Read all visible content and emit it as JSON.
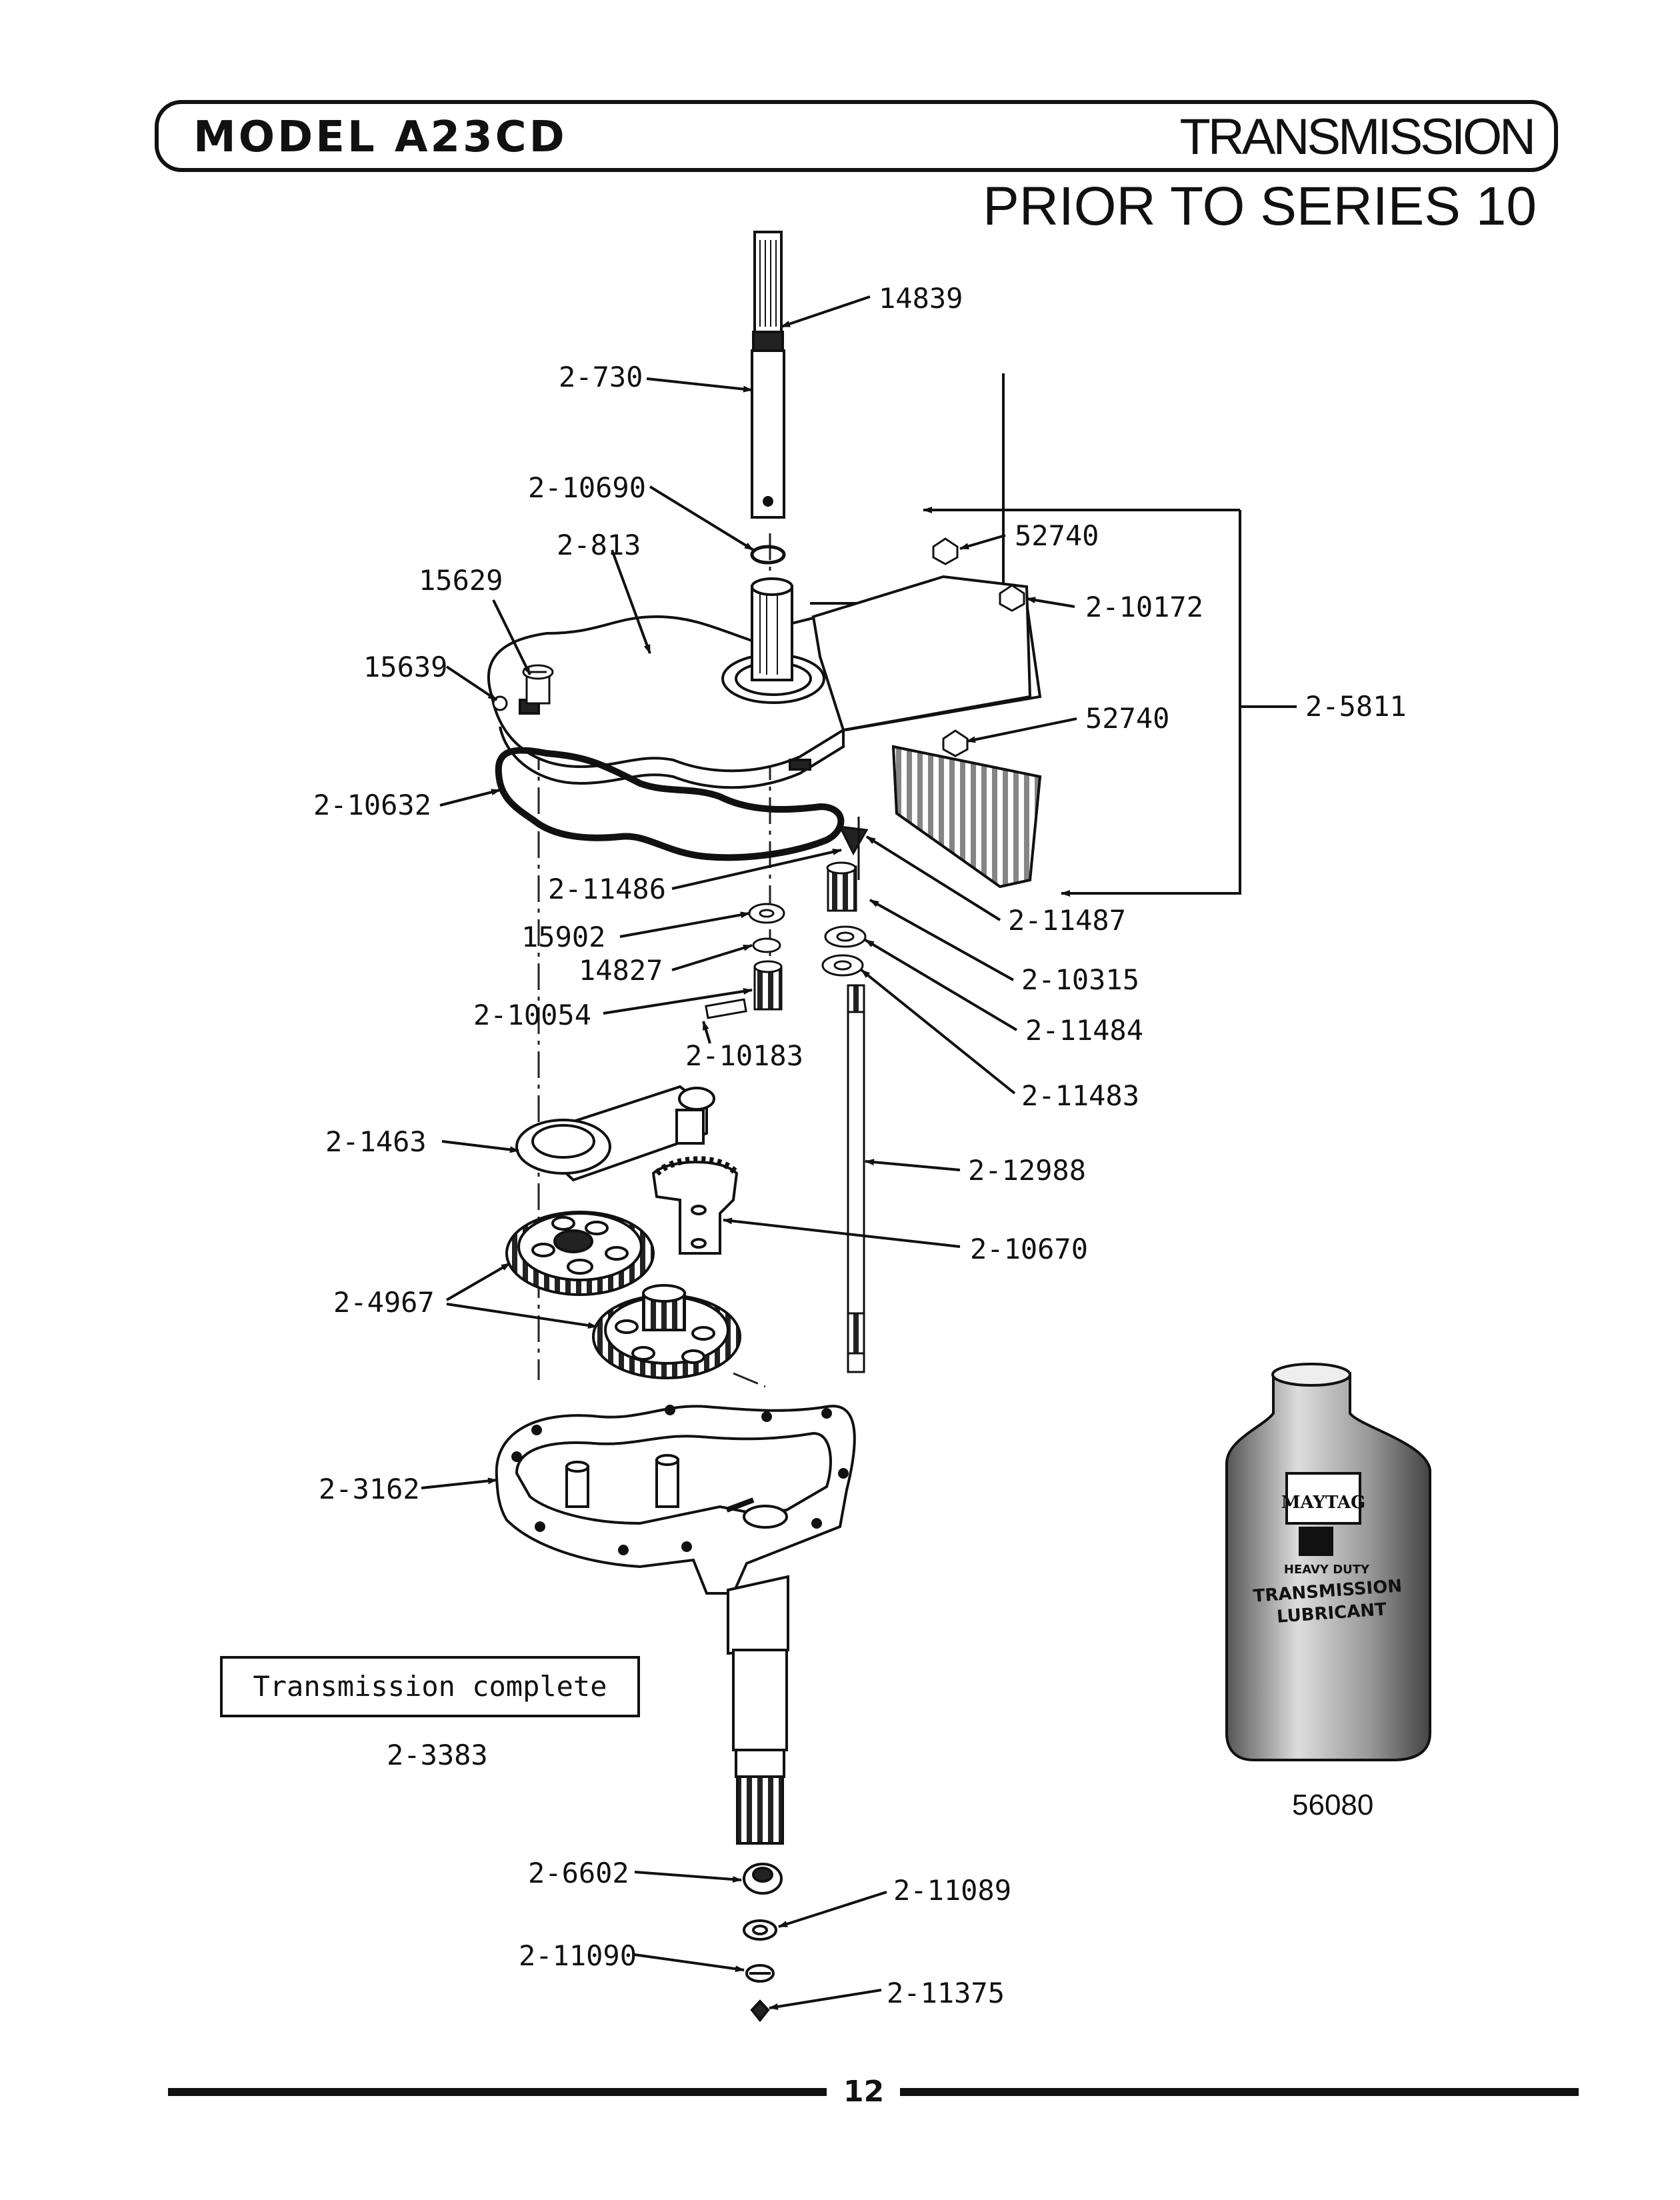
{
  "header": {
    "model": "MODEL A23CD",
    "section": "TRANSMISSION",
    "subtitle": "PRIOR TO SERIES 10"
  },
  "parts": {
    "p14839": "14839",
    "p2_730": "2-730",
    "p2_10690": "2-10690",
    "p2_813": "2-813",
    "p15629": "15629",
    "p15639": "15639",
    "p2_10632": "2-10632",
    "p52740_top": "52740",
    "p2_10172": "2-10172",
    "p52740_mid": "52740",
    "p2_5811": "2-5811",
    "p2_11486": "2-11486",
    "p15902": "15902",
    "p14827": "14827",
    "p2_10054": "2-10054",
    "p2_10183": "2-10183",
    "p2_11487": "2-11487",
    "p2_10315": "2-10315",
    "p2_11484": "2-11484",
    "p2_11483": "2-11483",
    "p2_1463": "2-1463",
    "p2_12988": "2-12988",
    "p2_10670": "2-10670",
    "p2_4967": "2-4967",
    "p2_3162": "2-3162",
    "p56080": "56080",
    "p2_6602": "2-6602",
    "p2_11089": "2-11089",
    "p2_11090": "2-11090",
    "p2_11375": "2-11375"
  },
  "complete": {
    "label": "Transmission complete",
    "number": "2-3383"
  },
  "bottle": {
    "brand": "MAYTAG",
    "line1": "HEAVY DUTY",
    "line2": "TRANSMISSION",
    "line3": "LUBRICANT"
  },
  "footer": {
    "page_number": "12"
  }
}
